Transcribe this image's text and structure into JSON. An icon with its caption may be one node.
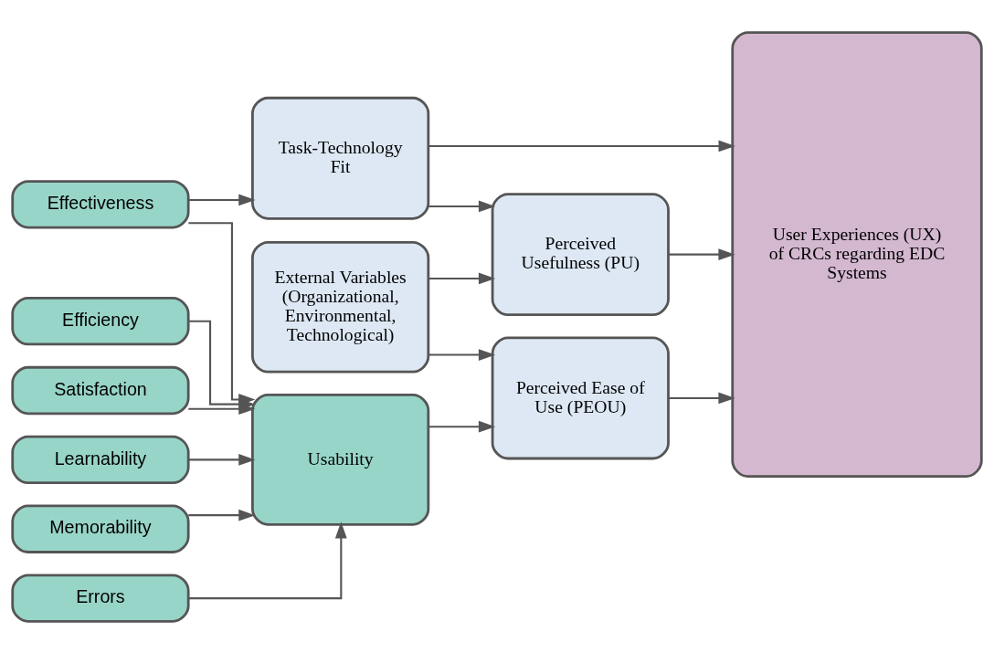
{
  "diagram": {
    "nodes": [
      {
        "text": [
          "Effectiveness"
        ]
      },
      {
        "text": [
          "Efficiency"
        ]
      },
      {
        "text": [
          "Satisfaction"
        ]
      },
      {
        "text": [
          "Learnability"
        ]
      },
      {
        "text": [
          "Memorability"
        ]
      },
      {
        "text": [
          "Errors"
        ]
      },
      {
        "text": [
          "Task-Technology Fit"
        ]
      },
      {
        "text": [
          "Perceived Usefulness (PU)"
        ]
      },
      {
        "text": [
          "External Variables (Organizational, Environmental, Technological)"
        ]
      },
      {
        "text": [
          "Usability"
        ]
      },
      {
        "text": [
          "Perceived Ease of Use (PEOU)"
        ]
      },
      {
        "text": [
          "User Experiences (UX) of CRCs regarding EDC Systems"
        ]
      }
    ],
    "edges": [
      {
        "from": 0,
        "to": 6,
        "arrow": "to"
      },
      {
        "from": 0,
        "to": 9,
        "arrow": "to"
      },
      {
        "from": 1,
        "to": 9,
        "arrow": "to"
      },
      {
        "from": 2,
        "to": 9,
        "arrow": "to"
      },
      {
        "from": 3,
        "to": 9,
        "arrow": "to"
      },
      {
        "from": 4,
        "to": 9,
        "arrow": "to"
      },
      {
        "from": 5,
        "to": 9,
        "arrow": "to"
      },
      {
        "from": 6,
        "to": 11,
        "arrow": "to"
      },
      {
        "from": 6,
        "to": 7,
        "arrow": "to"
      },
      {
        "from": 8,
        "to": 7,
        "arrow": "to"
      },
      {
        "from": 8,
        "to": 10,
        "arrow": "to"
      },
      {
        "from": 9,
        "to": 10,
        "arrow": "to"
      },
      {
        "from": 7,
        "to": 11,
        "arrow": "to"
      },
      {
        "from": 10,
        "to": 11,
        "arrow": "to"
      }
    ]
  }
}
